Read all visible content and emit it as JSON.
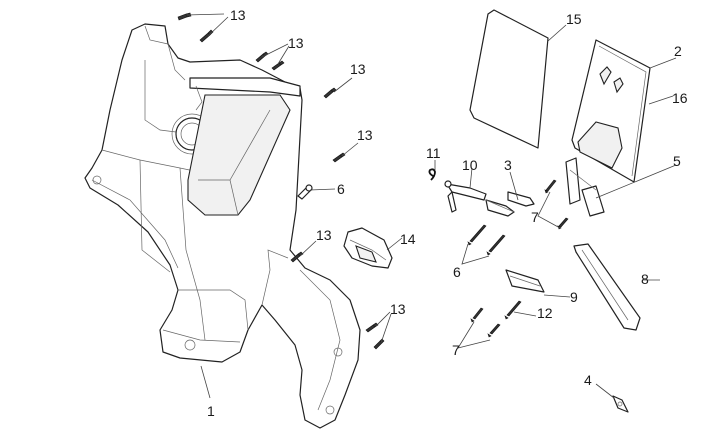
{
  "diagram": {
    "type": "exploded-parts-view",
    "callouts": [
      {
        "id": "c-13a",
        "text": "13",
        "target": "screw"
      },
      {
        "id": "c-13b",
        "text": "13",
        "target": "screw"
      },
      {
        "id": "c-13c",
        "text": "13",
        "target": "screw"
      },
      {
        "id": "c-13d",
        "text": "13",
        "target": "screw"
      },
      {
        "id": "c-13e",
        "text": "13",
        "target": "screw"
      },
      {
        "id": "c-13f",
        "text": "13",
        "target": "screw"
      },
      {
        "id": "c-6a",
        "text": "6",
        "target": "screw"
      },
      {
        "id": "c-14",
        "text": "14",
        "target": "grommet"
      },
      {
        "id": "c-1",
        "text": "1",
        "target": "inner-shield"
      },
      {
        "id": "c-15",
        "text": "15",
        "target": "gasket"
      },
      {
        "id": "c-2",
        "text": "2",
        "target": "glove-box-door"
      },
      {
        "id": "c-16",
        "text": "16",
        "target": "seal"
      },
      {
        "id": "c-5",
        "text": "5",
        "target": "hinge"
      },
      {
        "id": "c-11",
        "text": "11",
        "target": "spring"
      },
      {
        "id": "c-10",
        "text": "10",
        "target": "lever"
      },
      {
        "id": "c-3",
        "text": "3",
        "target": "lock-bracket"
      },
      {
        "id": "c-7a",
        "text": "7",
        "target": "screw"
      },
      {
        "id": "c-6b",
        "text": "6",
        "target": "screw"
      },
      {
        "id": "c-8",
        "text": "8",
        "target": "trim-strip"
      },
      {
        "id": "c-9",
        "text": "9",
        "target": "plate"
      },
      {
        "id": "c-12",
        "text": "12",
        "target": "screw"
      },
      {
        "id": "c-7b",
        "text": "7",
        "target": "screw"
      },
      {
        "id": "c-4",
        "text": "4",
        "target": "clip-nut"
      }
    ]
  }
}
